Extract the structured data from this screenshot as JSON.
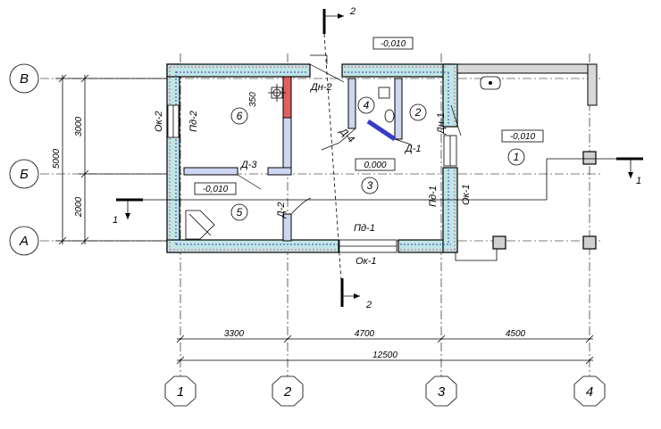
{
  "axes": {
    "rows": [
      {
        "id": "row-v",
        "label": "В"
      },
      {
        "id": "row-b",
        "label": "Б"
      },
      {
        "id": "row-a",
        "label": "А"
      }
    ],
    "cols": [
      {
        "id": "col-1",
        "label": "1"
      },
      {
        "id": "col-2",
        "label": "2"
      },
      {
        "id": "col-3",
        "label": "3"
      },
      {
        "id": "col-4",
        "label": "4"
      }
    ]
  },
  "dimensions": {
    "left_total": "5000",
    "left_upper": "3000",
    "left_lower": "2000",
    "bottom_1": "3300",
    "bottom_2": "4700",
    "bottom_3": "4500",
    "bottom_total": "12500",
    "inner_350": "350"
  },
  "rooms": {
    "r1": "1",
    "r2": "2",
    "r3": "3",
    "r4": "4",
    "r5": "5",
    "r6": "6"
  },
  "levels": {
    "top": "-0,010",
    "right": "-0,010",
    "center": "0,000",
    "left": "-0,010"
  },
  "labels": {
    "dn2": "Дн-2",
    "dn1": "Дн-1",
    "d1": "Д-1",
    "d2": "Д-2",
    "d3": "Д-3",
    "d4": "Д-4",
    "ok1_bottom": "Ок-1",
    "ok1_right": "Ок-1",
    "ok2": "Ок-2",
    "pd1_bottom": "Пд-1",
    "pd1_right": "Пд-1",
    "pd2": "Пд-2"
  },
  "sections": {
    "s1_left": "1",
    "s1_right": "1",
    "s2_top": "2",
    "s2_bottom": "2"
  }
}
